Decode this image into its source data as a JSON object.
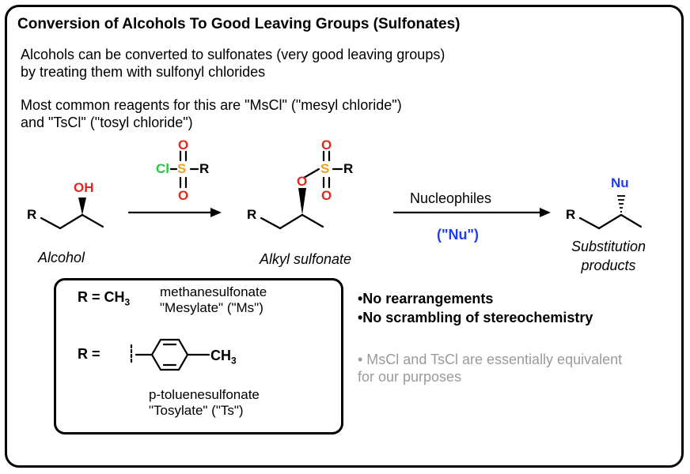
{
  "title": "Conversion of Alcohols To Good Leaving Groups (Sulfonates)",
  "intro": {
    "line1": "Alcohols can be converted to sulfonates (very good leaving groups)",
    "line2": "by treating them with sulfonyl chlorides"
  },
  "reagents": {
    "line1": "Most common reagents for this are \"MsCl\" (\"mesyl chloride\")",
    "line2": "and \"TsCl\" (\"tosyl chloride\")"
  },
  "scheme": {
    "alcohol_caption": "Alcohol",
    "sulfonate_caption": "Alkyl sulfonate",
    "substitution_caption_line1": "Substitution",
    "substitution_caption_line2": "products",
    "arrow2_label": "Nucleophiles",
    "arrow2_sublabel": "(\"Nu\")",
    "atoms": {
      "R": "R",
      "OH": "OH",
      "O": "O",
      "S": "S",
      "Cl": "Cl",
      "Nu": "Nu"
    }
  },
  "box": {
    "ms_r": "R = CH",
    "ms_sub": "3",
    "ms_name": "methanesulfonate",
    "ms_trivial": "\"Mesylate\" (\"Ms\")",
    "ts_r": "R =",
    "ts_ch3": "CH",
    "ts_sub": "3",
    "ts_name": "p-toluenesulfonate",
    "ts_trivial": "\"Tosylate\" (\"Ts\")"
  },
  "notes": {
    "bullet1": "•No rearrangements",
    "bullet2": "•No scrambling of stereochemistry",
    "grey_line1": "• MsCl and TsCl are essentially equivalent",
    "grey_line2": "for our purposes"
  },
  "colors": {
    "oxygen": "#e0281e",
    "sulfur": "#f0a020",
    "chlorine": "#22c840",
    "nucleophile": "#1e3cff",
    "grey_note": "#9a9a9a"
  }
}
